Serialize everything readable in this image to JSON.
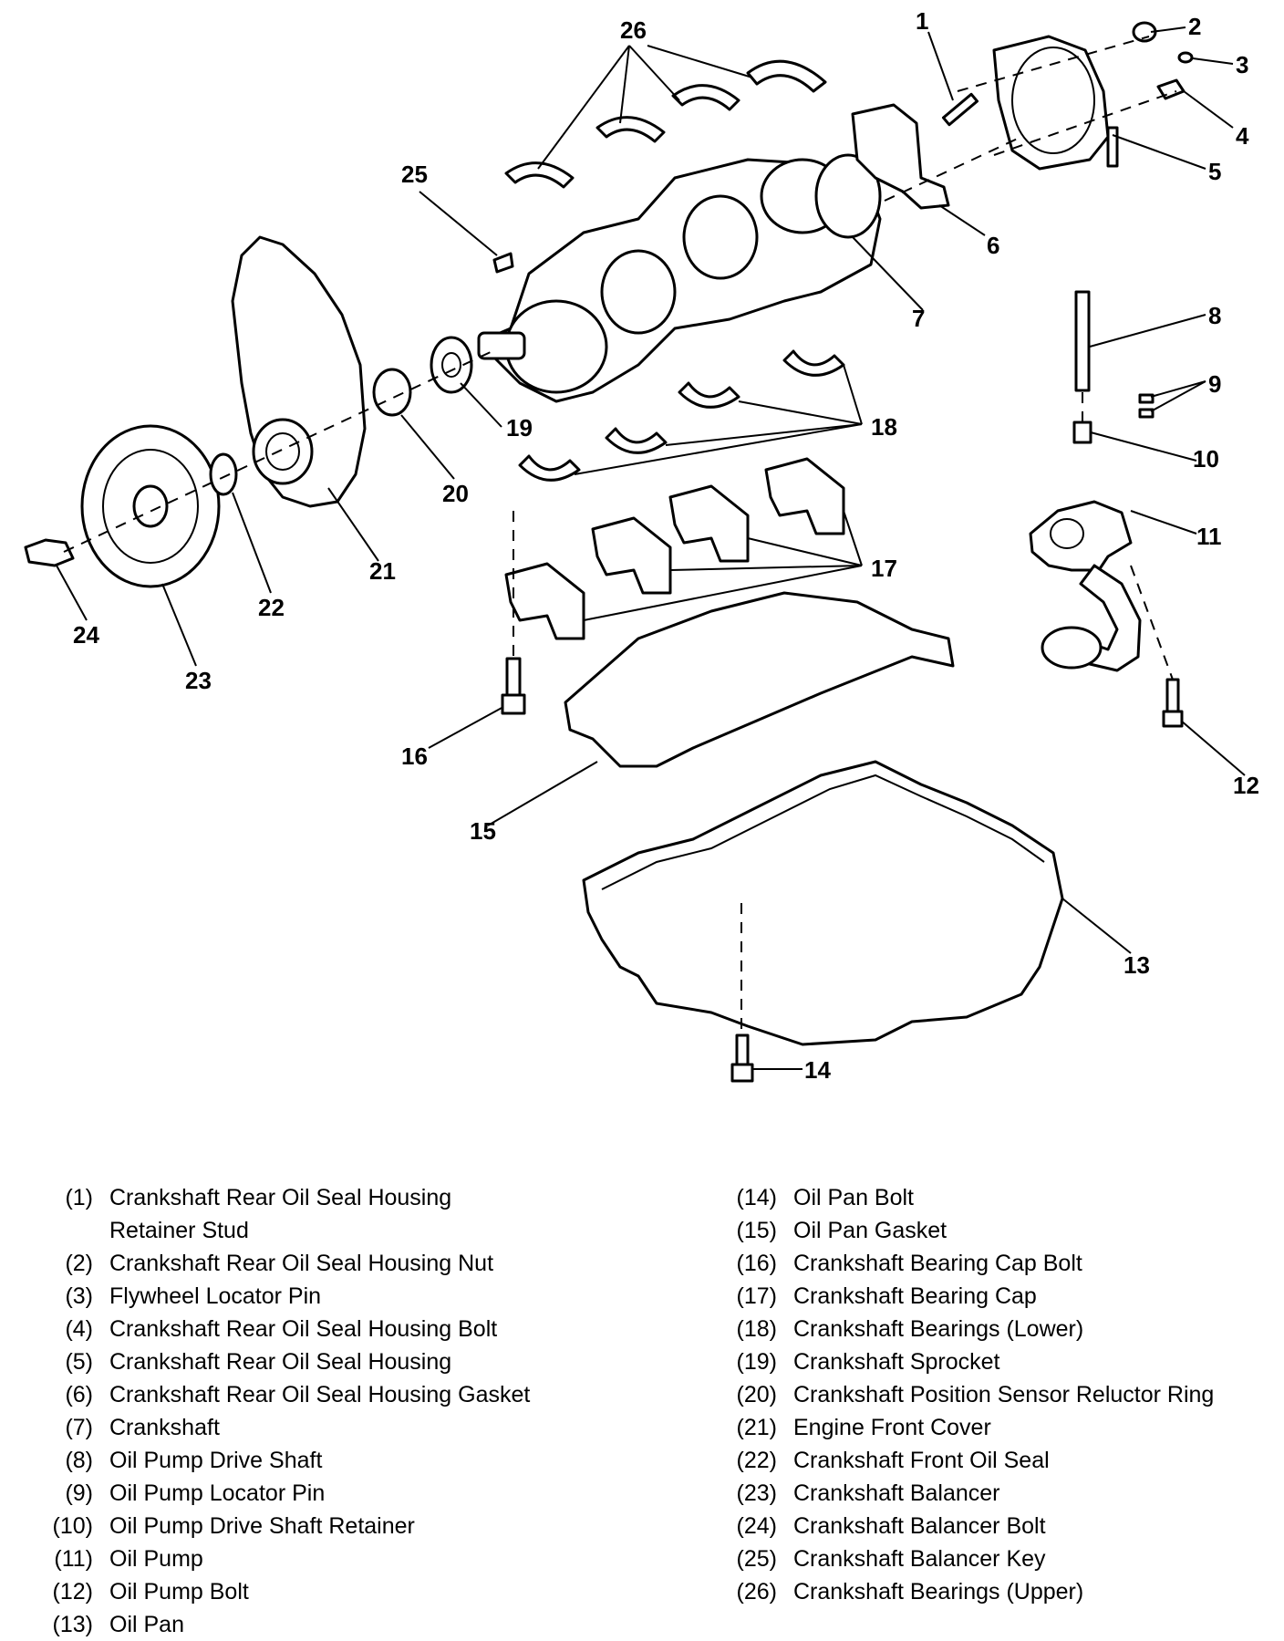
{
  "callouts": [
    "1",
    "2",
    "3",
    "4",
    "5",
    "6",
    "7",
    "8",
    "9",
    "10",
    "11",
    "12",
    "13",
    "14",
    "15",
    "16",
    "17",
    "18",
    "19",
    "20",
    "21",
    "22",
    "23",
    "24",
    "25",
    "26"
  ],
  "legend": {
    "left": [
      {
        "num": "(1)",
        "lines": [
          "Crankshaft Rear Oil Seal Housing",
          "Retainer Stud"
        ]
      },
      {
        "num": "(2)",
        "lines": [
          "Crankshaft Rear Oil Seal Housing Nut"
        ]
      },
      {
        "num": "(3)",
        "lines": [
          "Flywheel Locator Pin"
        ]
      },
      {
        "num": "(4)",
        "lines": [
          "Crankshaft Rear Oil Seal Housing Bolt"
        ]
      },
      {
        "num": "(5)",
        "lines": [
          "Crankshaft Rear Oil Seal Housing"
        ]
      },
      {
        "num": "(6)",
        "lines": [
          "Crankshaft Rear Oil Seal Housing Gasket"
        ]
      },
      {
        "num": "(7)",
        "lines": [
          "Crankshaft"
        ]
      },
      {
        "num": "(8)",
        "lines": [
          "Oil Pump Drive Shaft"
        ]
      },
      {
        "num": "(9)",
        "lines": [
          "Oil Pump Locator Pin"
        ]
      },
      {
        "num": "(10)",
        "lines": [
          "Oil Pump Drive Shaft Retainer"
        ]
      },
      {
        "num": "(11)",
        "lines": [
          "Oil Pump"
        ]
      },
      {
        "num": "(12)",
        "lines": [
          "Oil Pump Bolt"
        ]
      },
      {
        "num": "(13)",
        "lines": [
          "Oil Pan"
        ]
      }
    ],
    "right": [
      {
        "num": "(14)",
        "lines": [
          "Oil Pan Bolt"
        ]
      },
      {
        "num": "(15)",
        "lines": [
          "Oil Pan Gasket"
        ]
      },
      {
        "num": "(16)",
        "lines": [
          "Crankshaft Bearing Cap Bolt"
        ]
      },
      {
        "num": "(17)",
        "lines": [
          "Crankshaft Bearing Cap"
        ]
      },
      {
        "num": "(18)",
        "lines": [
          "Crankshaft Bearings (Lower)"
        ]
      },
      {
        "num": "(19)",
        "lines": [
          "Crankshaft Sprocket"
        ]
      },
      {
        "num": "(20)",
        "lines": [
          "Crankshaft Position Sensor Reluctor Ring"
        ]
      },
      {
        "num": "(21)",
        "lines": [
          "Engine Front Cover"
        ]
      },
      {
        "num": "(22)",
        "lines": [
          "Crankshaft Front Oil Seal"
        ]
      },
      {
        "num": "(23)",
        "lines": [
          "Crankshaft Balancer"
        ]
      },
      {
        "num": "(24)",
        "lines": [
          "Crankshaft Balancer Bolt"
        ]
      },
      {
        "num": "(25)",
        "lines": [
          "Crankshaft Balancer Key"
        ]
      },
      {
        "num": "(26)",
        "lines": [
          "Crankshaft Bearings (Upper)"
        ]
      }
    ]
  }
}
